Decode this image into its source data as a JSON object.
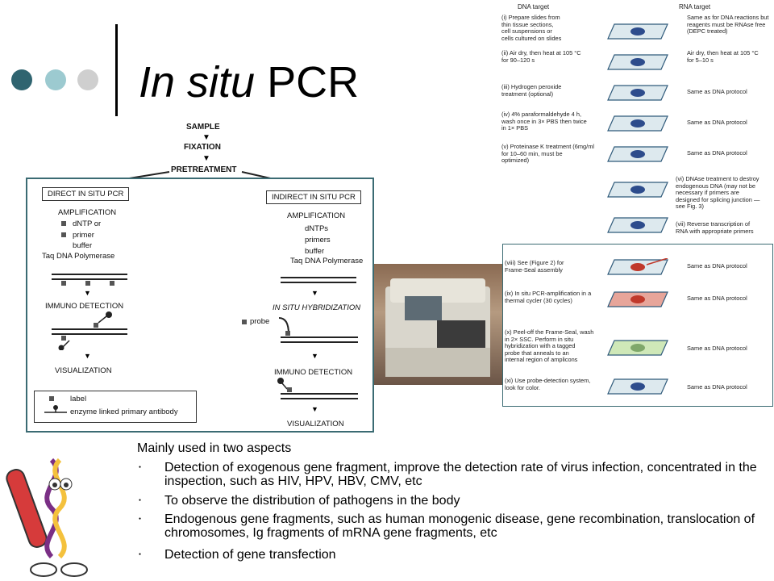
{
  "title": {
    "italic": "In situ",
    "rest": "PCR"
  },
  "accent_colors": [
    "#2f6470",
    "#9ccad0",
    "#cfcfcf"
  ],
  "flow": {
    "sample": "SAMPLE",
    "fixation": "FIXATION",
    "pretreatment": "PRETREATMENT",
    "direct_header": "DIRECT IN SITU PCR",
    "indirect_header": "INDIRECT IN SITU PCR",
    "direct_amp": "AMPLIFICATION",
    "direct_amp_items": [
      "dNTP or",
      "primer",
      "buffer"
    ],
    "direct_taq": "Taq  DNA  Polymerase",
    "direct_immuno": "IMMUNO DETECTION",
    "direct_vis": "VISUALIZATION",
    "legend_label": "label",
    "legend_antibody": "enzyme linked primary antibody",
    "indirect_amp": "AMPLIFICATION",
    "indirect_amp_items": [
      "dNTPs",
      "primers",
      "buffer"
    ],
    "indirect_taq": "Taq  DNA  Polymerase",
    "indirect_hyb": "IN SITU HYBRIDIZATION",
    "indirect_probe": "probe",
    "indirect_immuno": "IMMUNO DETECTION",
    "indirect_vis": "VISUALIZATION"
  },
  "protocol": {
    "dna_header": "DNA target",
    "rna_header": "RNA target",
    "steps": [
      {
        "dna": "(i)  Prepare slides from\n      thin tissue sections,\n      cell suspensions or\n      cells cultured on slides",
        "rna": "Same as for DNA reactions but\nreagents must be RNAse free\n(DEPC treated)"
      },
      {
        "dna": "(ii)  Air dry, then heat at 105 °C\n      for 90–120 s",
        "rna": "Air dry, then heat at 105 °C\nfor 5–10 s"
      },
      {
        "dna": "(iii) Hydrogen peroxide\n      treatment (optional)",
        "rna": "Same as DNA protocol"
      },
      {
        "dna": "(iv) 4% paraformaldehyde 4 h,\n      wash once in 3× PBS then twice\n      in 1× PBS",
        "rna": "Same as DNA protocol"
      },
      {
        "dna": "(v)  Proteinase K treatment (6mg/ml\n      for 10–60 min, must be\n      optimized)",
        "rna": "Same as DNA protocol"
      },
      {
        "dna": "",
        "rna": "(vi) DNAse treatment to destroy\n      endogenous DNA (may not be\n      necessary if primers are\n      designed for splicing junction —\n      see Fig. 3)"
      },
      {
        "dna": "",
        "rna": "(vii) Reverse transcription of\n       RNA with appropriate primers"
      },
      {
        "dna": "(viii) See (Figure 2) for\n        Frame-Seal assembly",
        "rna": "Same as DNA protocol"
      },
      {
        "dna": "(ix)  In situ PCR-amplification in a\n        thermal cycler (30 cycles)",
        "rna": "Same as DNA protocol"
      },
      {
        "dna": "(x)  Peel-off the Frame-Seal, wash\n       in 2× SSC. Perform in situ\n       hybridization with a tagged\n       probe that anneals to an\n       internal region of amplicons",
        "rna": "Same as DNA protocol"
      },
      {
        "dna": "(xi) Use probe-detection system,\n       look for color.",
        "rna": "Same as DNA protocol"
      }
    ]
  },
  "body": {
    "intro": "Mainly used in two aspects",
    "bullets": [
      "Detection of exogenous gene fragment, improve the detection rate of virus infection, concentrated in the inspection, such as HIV, HPV, HBV, CMV, etc",
      "To observe the distribution of pathogens in the body",
      "Endogenous gene fragments, such as human monogenic disease, gene recombination, translocation of chromosomes, Ig fragments of mRNA gene fragments, etc",
      "Detection of gene transfection"
    ]
  }
}
